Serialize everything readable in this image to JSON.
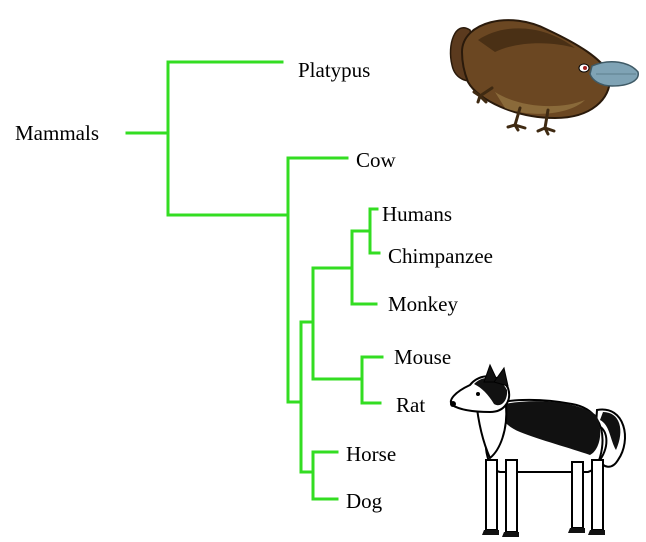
{
  "tree": {
    "root": "Mammals",
    "taxa": {
      "platypus": "Platypus",
      "cow": "Cow",
      "humans": "Humans",
      "chimpanzee": "Chimpanzee",
      "monkey": "Monkey",
      "mouse": "Mouse",
      "rat": "Rat",
      "horse": "Horse",
      "dog": "Dog"
    },
    "branch_color": "#33dd22"
  },
  "illustrations": [
    "platypus-illustration",
    "dog-illustration"
  ]
}
